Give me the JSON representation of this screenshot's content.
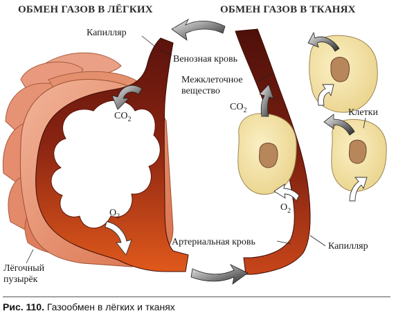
{
  "titles": {
    "lungs": "ОБМЕН ГАЗОВ В ЛЁГКИХ",
    "tissues": "ОБМЕН ГАЗОВ В ТКАНЯХ"
  },
  "labels": {
    "capillary_left": "Капилляр",
    "venous_blood": "Венозная кровь",
    "intercellular_1": "Межклеточное",
    "intercellular_2": "вещество",
    "cells": "Клетки",
    "arterial_blood": "Артериальная кровь",
    "capillary_right": "Капилляр",
    "alveolus_1": "Лёгочный",
    "alveolus_2": "пузырёк"
  },
  "gases": {
    "co2_lungs": {
      "base": "CO",
      "sub": "2"
    },
    "o2_lungs": {
      "base": "O",
      "sub": "2"
    },
    "co2_tissue": {
      "base": "CO",
      "sub": "2"
    },
    "o2_tissue": {
      "base": "O",
      "sub": "2"
    }
  },
  "caption": {
    "number": "Рис. 110.",
    "text": "Газообмен в лёгких и тканях"
  },
  "colors": {
    "vein_dark": "#6b1a12",
    "artery_light": "#d4501a",
    "lung_tissue": "#e8967a",
    "cell_fill": "#f4e3a6",
    "nucleus": "#b7865a"
  }
}
